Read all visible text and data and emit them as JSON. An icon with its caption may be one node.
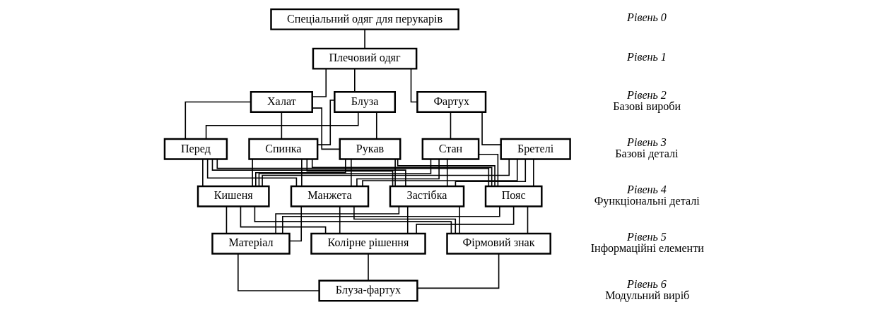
{
  "diagram": {
    "nodes": [
      {
        "text": [
          "Спеціальний одяг для перукарів"
        ]
      },
      {
        "text": [
          "Плечовий одяг"
        ]
      },
      {
        "text": [
          "Блуза"
        ]
      },
      {
        "text": [
          "Халат"
        ]
      },
      {
        "text": [
          "Фартух"
        ]
      },
      {
        "text": [
          "Перед"
        ]
      },
      {
        "text": [
          "Спинка"
        ]
      },
      {
        "text": [
          "Рукав"
        ]
      },
      {
        "text": [
          "Стан"
        ]
      },
      {
        "text": [
          "Бретелі"
        ]
      },
      {
        "text": [
          "Кишеня"
        ]
      },
      {
        "text": [
          "Манжета"
        ]
      },
      {
        "text": [
          "Застібка"
        ]
      },
      {
        "text": [
          "Пояс"
        ]
      },
      {
        "text": [
          "Матеріал"
        ]
      },
      {
        "text": [
          "Колірне рішення"
        ]
      },
      {
        "text": [
          "Фірмовий знак"
        ]
      },
      {
        "text": [
          "Блуза-фартух"
        ]
      }
    ],
    "edges": [
      {
        "from": 0,
        "to": 1,
        "arrow": "none"
      },
      {
        "from": 1,
        "to": 2,
        "arrow": "none"
      },
      {
        "from": 1,
        "to": 3,
        "arrow": "none"
      },
      {
        "from": 1,
        "to": 4,
        "arrow": "none"
      },
      {
        "from": 2,
        "to": 5,
        "arrow": "none"
      },
      {
        "from": 2,
        "to": 6,
        "arrow": "none"
      },
      {
        "from": 2,
        "to": 7,
        "arrow": "none"
      },
      {
        "from": 3,
        "to": 5,
        "arrow": "none"
      },
      {
        "from": 3,
        "to": 6,
        "arrow": "none"
      },
      {
        "from": 3,
        "to": 7,
        "arrow": "none"
      },
      {
        "from": 4,
        "to": 8,
        "arrow": "none"
      },
      {
        "from": 4,
        "to": 9,
        "arrow": "none"
      },
      {
        "from": 5,
        "to": 10,
        "arrow": "none"
      },
      {
        "from": 5,
        "to": 11,
        "arrow": "none"
      },
      {
        "from": 5,
        "to": 12,
        "arrow": "none"
      },
      {
        "from": 5,
        "to": 13,
        "arrow": "none"
      },
      {
        "from": 6,
        "to": 10,
        "arrow": "none"
      },
      {
        "from": 6,
        "to": 11,
        "arrow": "none"
      },
      {
        "from": 6,
        "to": 12,
        "arrow": "none"
      },
      {
        "from": 6,
        "to": 13,
        "arrow": "none"
      },
      {
        "from": 7,
        "to": 10,
        "arrow": "none"
      },
      {
        "from": 7,
        "to": 11,
        "arrow": "none"
      },
      {
        "from": 7,
        "to": 12,
        "arrow": "none"
      },
      {
        "from": 7,
        "to": 13,
        "arrow": "none"
      },
      {
        "from": 8,
        "to": 10,
        "arrow": "none"
      },
      {
        "from": 8,
        "to": 11,
        "arrow": "none"
      },
      {
        "from": 8,
        "to": 12,
        "arrow": "none"
      },
      {
        "from": 8,
        "to": 13,
        "arrow": "none"
      },
      {
        "from": 9,
        "to": 10,
        "arrow": "none"
      },
      {
        "from": 9,
        "to": 11,
        "arrow": "none"
      },
      {
        "from": 9,
        "to": 12,
        "arrow": "none"
      },
      {
        "from": 9,
        "to": 13,
        "arrow": "none"
      },
      {
        "from": 10,
        "to": 14,
        "arrow": "none"
      },
      {
        "from": 10,
        "to": 15,
        "arrow": "none"
      },
      {
        "from": 10,
        "to": 16,
        "arrow": "none"
      },
      {
        "from": 11,
        "to": 14,
        "arrow": "none"
      },
      {
        "from": 11,
        "to": 15,
        "arrow": "none"
      },
      {
        "from": 11,
        "to": 16,
        "arrow": "none"
      },
      {
        "from": 12,
        "to": 14,
        "arrow": "none"
      },
      {
        "from": 12,
        "to": 15,
        "arrow": "none"
      },
      {
        "from": 12,
        "to": 16,
        "arrow": "none"
      },
      {
        "from": 13,
        "to": 14,
        "arrow": "none"
      },
      {
        "from": 13,
        "to": 15,
        "arrow": "none"
      },
      {
        "from": 13,
        "to": 16,
        "arrow": "none"
      },
      {
        "from": 14,
        "to": 17,
        "arrow": "none"
      },
      {
        "from": 15,
        "to": 17,
        "arrow": "none"
      },
      {
        "from": 16,
        "to": 17,
        "arrow": "none"
      }
    ],
    "labels": [
      "Рівень 0",
      "Рівень 1",
      "Рівень 2",
      "Базові вироби",
      "Рівень 3",
      "Базові деталі",
      "Рівень 4",
      "Функціональні деталі",
      "Рівень 5",
      "Інформаційні елементи",
      "Рівень 6",
      "Модульний виріб"
    ]
  }
}
